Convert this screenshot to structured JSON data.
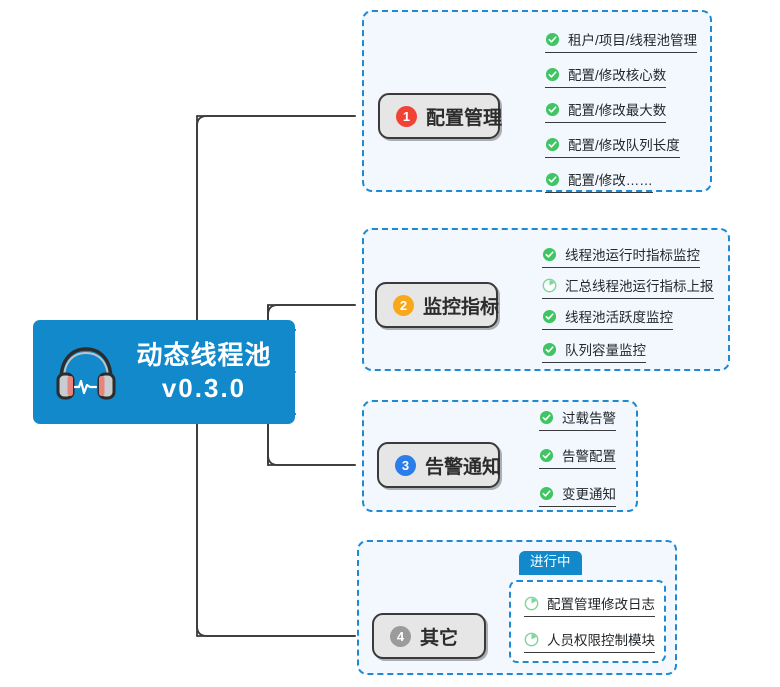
{
  "center": {
    "icon": "headset-waveform-icon",
    "title": "动态线程池",
    "version": "v0.3.0",
    "color": "#1289ca"
  },
  "groups": [
    {
      "id": "group-1",
      "branch": {
        "number": "1",
        "badge_color": "#f04235",
        "label": "配置管理"
      },
      "leaves": [
        {
          "label": "租户/项目/线程池管理",
          "status": "done",
          "icon": "check-circle-icon"
        },
        {
          "label": "配置/修改核心数",
          "status": "done",
          "icon": "check-circle-icon"
        },
        {
          "label": "配置/修改最大数",
          "status": "done",
          "icon": "check-circle-icon"
        },
        {
          "label": "配置/修改队列长度",
          "status": "done",
          "icon": "check-circle-icon"
        },
        {
          "label": "配置/修改……",
          "status": "done",
          "icon": "check-circle-icon"
        }
      ]
    },
    {
      "id": "group-2",
      "branch": {
        "number": "2",
        "badge_color": "#f8a81b",
        "label": "监控指标"
      },
      "leaves": [
        {
          "label": "线程池运行时指标监控",
          "status": "done",
          "icon": "check-circle-icon"
        },
        {
          "label": "汇总线程池运行指标上报",
          "status": "in-progress",
          "icon": "clock-progress-icon"
        },
        {
          "label": "线程池活跃度监控",
          "status": "done",
          "icon": "check-circle-icon"
        },
        {
          "label": "队列容量监控",
          "status": "done",
          "icon": "check-circle-icon"
        }
      ]
    },
    {
      "id": "group-3",
      "branch": {
        "number": "3",
        "badge_color": "#2b7de9",
        "label": "告警通知"
      },
      "leaves": [
        {
          "label": "过载告警",
          "status": "done",
          "icon": "check-circle-icon"
        },
        {
          "label": "告警配置",
          "status": "done",
          "icon": "check-circle-icon"
        },
        {
          "label": "变更通知",
          "status": "done",
          "icon": "check-circle-icon"
        }
      ]
    },
    {
      "id": "group-4",
      "branch": {
        "number": "4",
        "badge_color": "#9b9b9b",
        "label": "其它"
      },
      "tag": "进行中",
      "leaves": [
        {
          "label": "配置管理修改日志",
          "status": "in-progress",
          "icon": "clock-progress-icon"
        },
        {
          "label": "人员权限控制模块",
          "status": "in-progress",
          "icon": "clock-progress-icon"
        }
      ]
    }
  ],
  "colors": {
    "group_border": "#1f8ad4",
    "group_fill": "#f2f8fd",
    "node_fill": "#e6e6e6",
    "node_border": "#3a3a3a",
    "connector": "#3b3b3b",
    "check_green": "#41c463",
    "progress_green": "#7fd69a"
  }
}
